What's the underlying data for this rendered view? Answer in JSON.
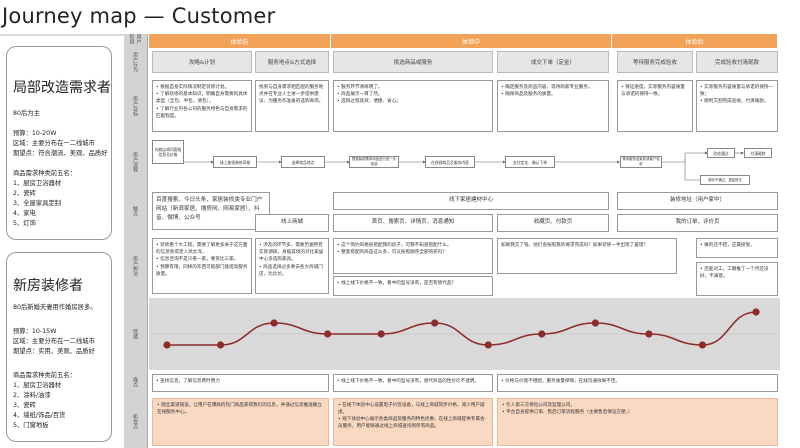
{
  "title": "Journey map — Customer",
  "personas": [
    {
      "name": "局部改造需求者",
      "age": "80后为主",
      "budget": "预算：10-20W",
      "region": "区域：主要分布在一二线城市",
      "focus": "期望点：符合潮流、美观、品质好",
      "items_title": "商品需求种类前五名：",
      "items": [
        "1、厨房卫浴器材",
        "2、瓷砖",
        "3、全屋家具定制",
        "4、家电",
        "5、灯饰"
      ]
    },
    {
      "name": "新房装修者",
      "age": "80后新婚夫妻用作婚房居多。",
      "budget": "预算：10-15W",
      "region": "区域：主要分布在一二线城市",
      "focus": "期望点：实用、美观、品质好",
      "items_title": "商品需求种类前五名：",
      "items": [
        "1、厨房卫浴器材",
        "2、涂料/油漆",
        "3、瓷砖",
        "4、墙纸/饰品/百货",
        "5、门窗地板"
      ]
    }
  ],
  "row_labels": [
    "用户阶段",
    "用户行为",
    "用户目标",
    "用户流程",
    "触点",
    "用户想法",
    "情绪",
    "痛点",
    "机会点"
  ],
  "stages": [
    "体验前",
    "体验中",
    "体验后"
  ],
  "substages": [
    "攻略&计划",
    "服务地点&方式选择",
    "挑选商品或服务",
    "成交下单（定金）",
    "等待服务完成验收",
    "完成验收付清尾款"
  ],
  "goals": [
    "• 根据自身实际情况制定装修计划。\n• 了解装修的基本知识，明确自身需要的具体类型（全包、半包、清包）。\n• 了解行业内各公司的服务特色与自身需求的匹配程度。",
    "找到与自身需求相匹配的服务地点并在专业人士进一步提供建议、为服务作准备的选购商场。",
    "• 服务环节清晰明了。\n• 商品展示一目了然。\n• 选购过程高效、便捷、省心。",
    "• 确定服务及商品内容，等待商家专业服务。\n• 确保商品及服务的质量。",
    "• 保证进度，实际服务内容质量与承诺的保持一致。",
    "• 实际服务内容质量与承诺的保持一致；\n• 顺利交割完成验收，付清尾款。"
  ],
  "flow": [
    "向商店询问客服信息及价格",
    "线上查找装修风格",
    "选择商品地点",
    "根据装修需求商品进行进一步挑选",
    "在线线商品及服务内容",
    "支付定金、确认下单",
    "等待服务结束前请客户验收",
    "验收通过",
    "付清尾款",
    "验收不通过，重复修正"
  ],
  "touchpoints": [
    "百度搜索、今日头条、家居装修类专业门户网站（新浪家居、搜房网、网易家居）、抖音、微博、公众号",
    "线下家居建材中心",
    "装修地址（用户家中）",
    "线上商城",
    "首页、搜索页、详情页、消息通知",
    "收藏页、付款页",
    "我的订单、评价页"
  ],
  "thoughts": [
    "• 装修看个大工程，需要了解更多关于这方面的信息免得走入坑太深。\n• 信息咨询不是只看一家，要货比三家。\n• 预算有限，同样的东西可能部门能提高服务质量。",
    "• 涉及的环节多，需要历遍所有实际调研，身临其境的对比家居中心多选购家具。\n• 商品选择过多要去各大商城门店，比比价。",
    "• 这个简约风格很搭配我的房子，可我不知道搭配什么。\n• 整套搭配的商品这么多，可以按照顺序全部购买吗？",
    "• 线上线下价格不一致，看中的型号没有，是否有替代品？",
    "如果我交了钱，他们会按照我的要求完成吗？如果装修一半出现了差错？",
    "• 做的还不错，应属接受。",
    "• 还能对工，工期推了一个月还没好，不满意。"
  ],
  "pain_points": [
    "• 查找信息，了解信息费时费力",
    "• 线上线下价格不一致，看中的型号没有，替代商品的性价比不透明。",
    "• 价格与价值不相配，服务质量保障，在线沟通效果不佳。"
  ],
  "opportunities": [
    "• 随全渠道铺设，让用户在爆款的热门商品获得我们的信息，并通过信息推送确立在线服务中心。",
    "• 在线下体验中心设置电子价签设备，与线上商城同步价格，减少用户疑虑。\n• 线下体验中心展示各类商品及服务的特色优惠，在线上商城提供专属会员服务，用户能够通过线上商城查询到所有商品。",
    "• 引入第三方保险公司及监理公司。\n• 平台自身提供订单、售后订单流程服务（主要售后保证方便。）"
  ],
  "emotion_scores": [
    -1,
    -1,
    1,
    0,
    0,
    1,
    -1,
    0,
    1,
    0,
    -1,
    2
  ]
}
